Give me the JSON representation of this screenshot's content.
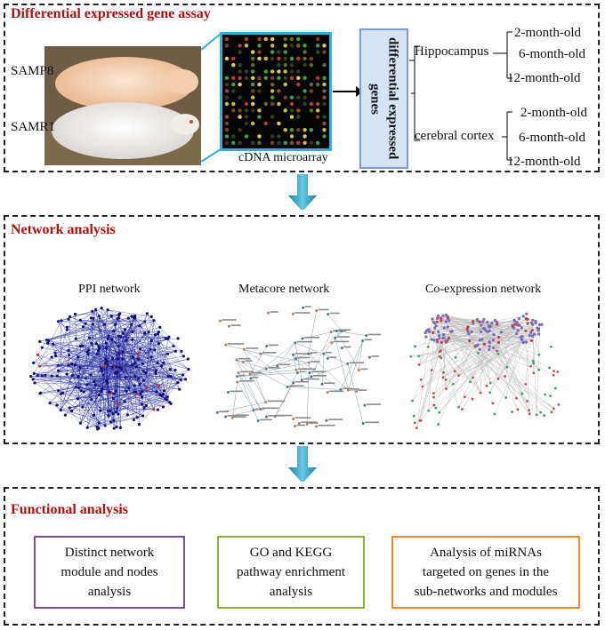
{
  "colors": {
    "title_red": "#b01010",
    "arrow_blue": "#3aa7c8",
    "microarray_frame": "#2fb0e0",
    "genes_box_fill": "#d6e4f5",
    "genes_box_border": "#7b9bd1",
    "purple_box": "#7a4fa0",
    "green_box": "#8ab33c",
    "orange_box": "#f08a2e"
  },
  "section1": {
    "title": "Differential expressed gene assay",
    "mouse1": "SAMP8",
    "mouse2": "SAMR1",
    "microarray_caption": "cDNA microarray",
    "genes_box": "differential expressed genes",
    "region1": "Hippocampus",
    "region2": "cerebral cortex",
    "ages": [
      "2-month-old",
      "6-month-old",
      "12-month-old"
    ]
  },
  "section2": {
    "title": "Network analysis",
    "net1": "PPI network",
    "net2": "Metacore network",
    "net3": "Co-expression network",
    "icons": [
      "mice-photo",
      "microarray-image",
      "ppi-network-image",
      "metacore-network-image",
      "coexpression-network-image"
    ]
  },
  "section3": {
    "title": "Functional analysis",
    "box1": "Distinct network\nmodule and nodes\nanalysis",
    "box2": "GO and KEGG\npathway enrichment\nanalysis",
    "box3": "Analysis of miRNAs\ntargeted on genes in the\nsub-networks and modules"
  }
}
